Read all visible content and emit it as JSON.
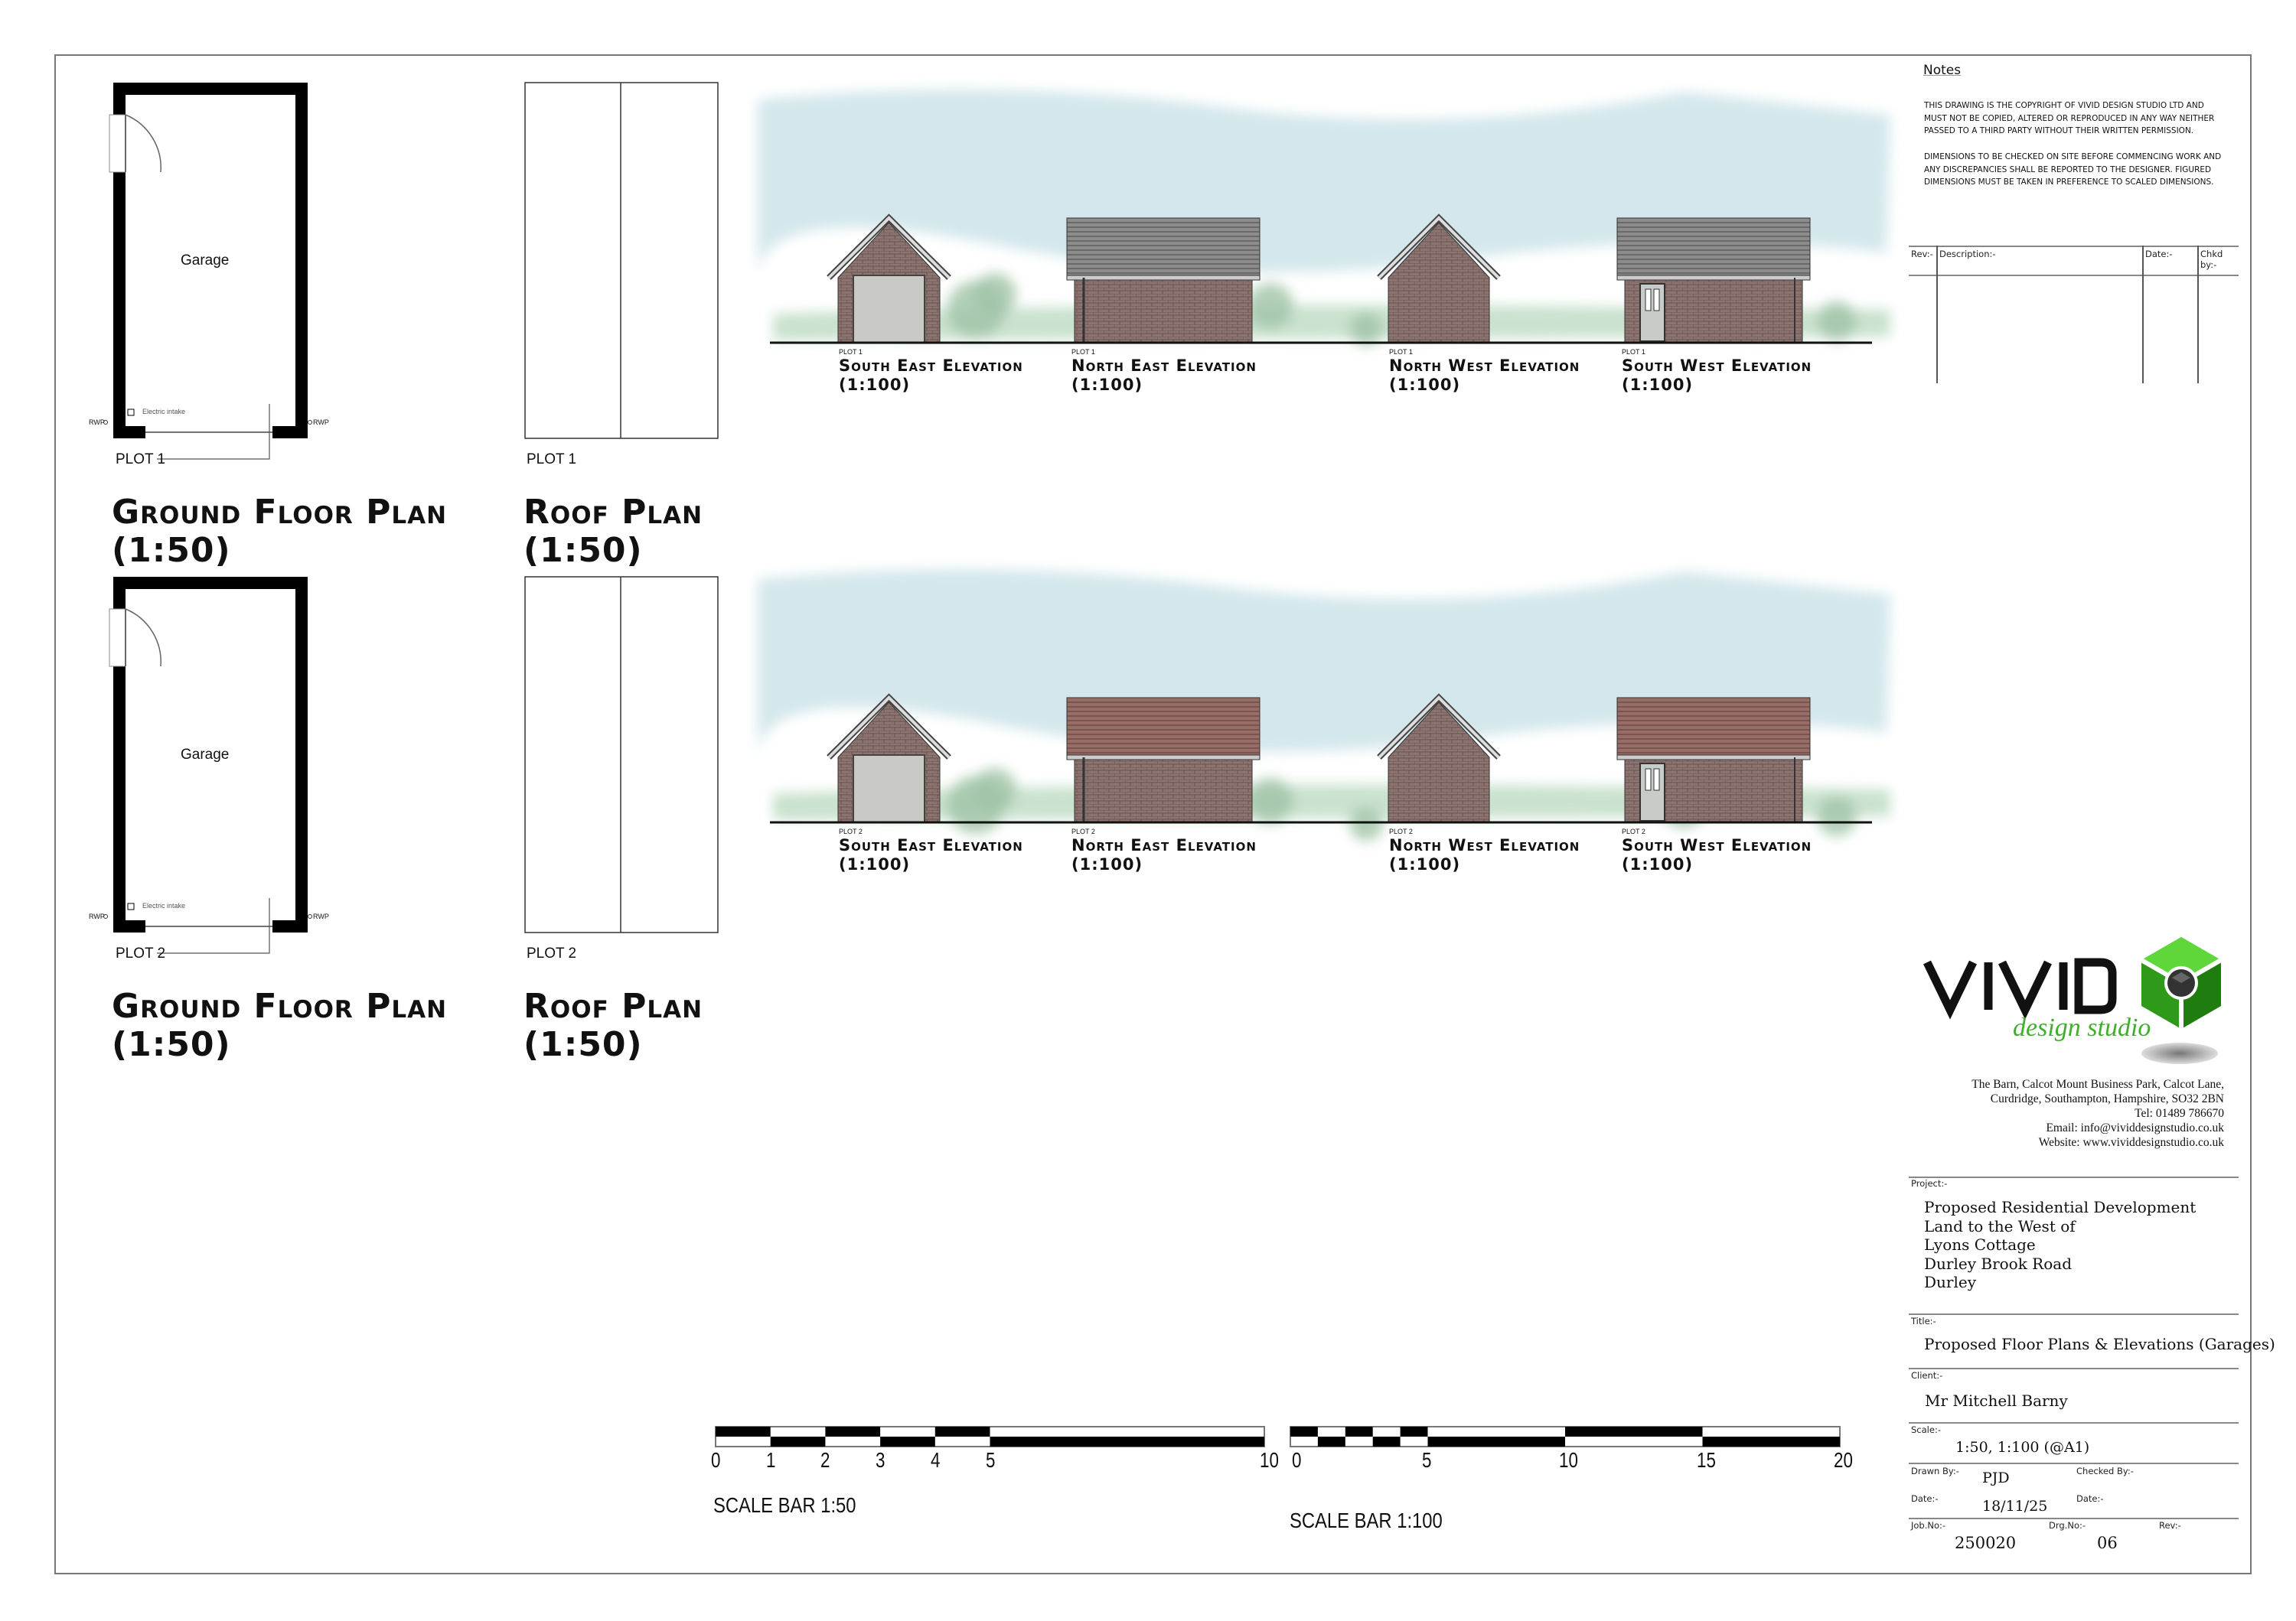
{
  "plans": [
    {
      "plot": "PLOT 1",
      "room": "Garage",
      "electric": "Electric intake",
      "rwp": "RWP",
      "ground_title": "Ground Floor Plan",
      "ground_scale": "(1:50)",
      "roof_title": "Roof Plan",
      "roof_scale": "(1:50)"
    },
    {
      "plot": "PLOT 2",
      "room": "Garage",
      "electric": "Electric intake",
      "rwp": "RWP",
      "ground_title": "Ground Floor Plan",
      "ground_scale": "(1:50)",
      "roof_title": "Roof Plan",
      "roof_scale": "(1:50)"
    }
  ],
  "elevations": [
    {
      "plot": "PLOT 1",
      "roof_color": "#8c8c8c",
      "items": [
        {
          "title": "South East Elevation",
          "scale": "(1:100)",
          "view": "gable-door"
        },
        {
          "title": "North East Elevation",
          "scale": "(1:100)",
          "view": "side"
        },
        {
          "title": "North West Elevation",
          "scale": "(1:100)",
          "view": "gable"
        },
        {
          "title": "South West Elevation",
          "scale": "(1:100)",
          "view": "side-door"
        }
      ]
    },
    {
      "plot": "PLOT 2",
      "roof_color": "#9a6c66",
      "items": [
        {
          "title": "South East Elevation",
          "scale": "(1:100)",
          "view": "gable-door"
        },
        {
          "title": "North East Elevation",
          "scale": "(1:100)",
          "view": "side"
        },
        {
          "title": "North West Elevation",
          "scale": "(1:100)",
          "view": "gable"
        },
        {
          "title": "South West Elevation",
          "scale": "(1:100)",
          "view": "side-door"
        }
      ]
    }
  ],
  "scale_bars": [
    {
      "label": "SCALE BAR 1:50",
      "ticks": [
        "0",
        "1",
        "2",
        "3",
        "4",
        "5",
        "10"
      ]
    },
    {
      "label": "SCALE BAR 1:100",
      "ticks": [
        "0",
        "5",
        "10",
        "15",
        "20"
      ]
    }
  ],
  "notes": {
    "heading": "Notes",
    "para1": "THIS DRAWING IS THE COPYRIGHT OF VIVID DESIGN STUDIO LTD AND\nMUST NOT BE COPIED, ALTERED OR REPRODUCED IN ANY WAY NEITHER\nPASSED TO A THIRD PARTY WITHOUT THEIR WRITTEN PERMISSION.",
    "para2": "DIMENSIONS TO BE CHECKED ON SITE BEFORE COMMENCING WORK AND\nANY DISCREPANCIES SHALL BE REPORTED TO THE DESIGNER. FIGURED\nDIMENSIONS MUST BE TAKEN IN PREFERENCE TO SCALED DIMENSIONS."
  },
  "revisions": {
    "rev": "Rev:-",
    "description": "Description:-",
    "date": "Date:-",
    "chkd": "Chkd\nby:-"
  },
  "logo": {
    "wordmark": "VIVID",
    "tagline": "design studio",
    "green": "#3fae2a"
  },
  "address": [
    "The Barn, Calcot Mount Business Park, Calcot Lane,",
    "Curdridge, Southampton, Hampshire, SO32 2BN",
    "Tel: 01489 786670",
    "Email: info@vividdesignstudio.co.uk",
    "Website: www.vividdesignstudio.co.uk"
  ],
  "title_block": {
    "project_label": "Project:-",
    "project_lines": [
      "Proposed Residential Development",
      "Land to the West of",
      "Lyons Cottage",
      "Durley Brook Road",
      "Durley"
    ],
    "title_label": "Title:-",
    "title": "Proposed Floor Plans & Elevations (Garages)",
    "client_label": "Client:-",
    "client": "Mr Mitchell Barny",
    "scale_label": "Scale:-",
    "scale": "1:50, 1:100 (@A1)",
    "drawn_by_label": "Drawn By:-",
    "drawn_by": "PJD",
    "checked_by_label": "Checked By:-",
    "date_label": "Date:-",
    "date": "18/11/25",
    "checked_date_label": "Date:-",
    "job_no_label": "Job.No:-",
    "job_no": "250020",
    "drg_no_label": "Drg.No:-",
    "drg_no": "06",
    "rev_label": "Rev:-"
  }
}
